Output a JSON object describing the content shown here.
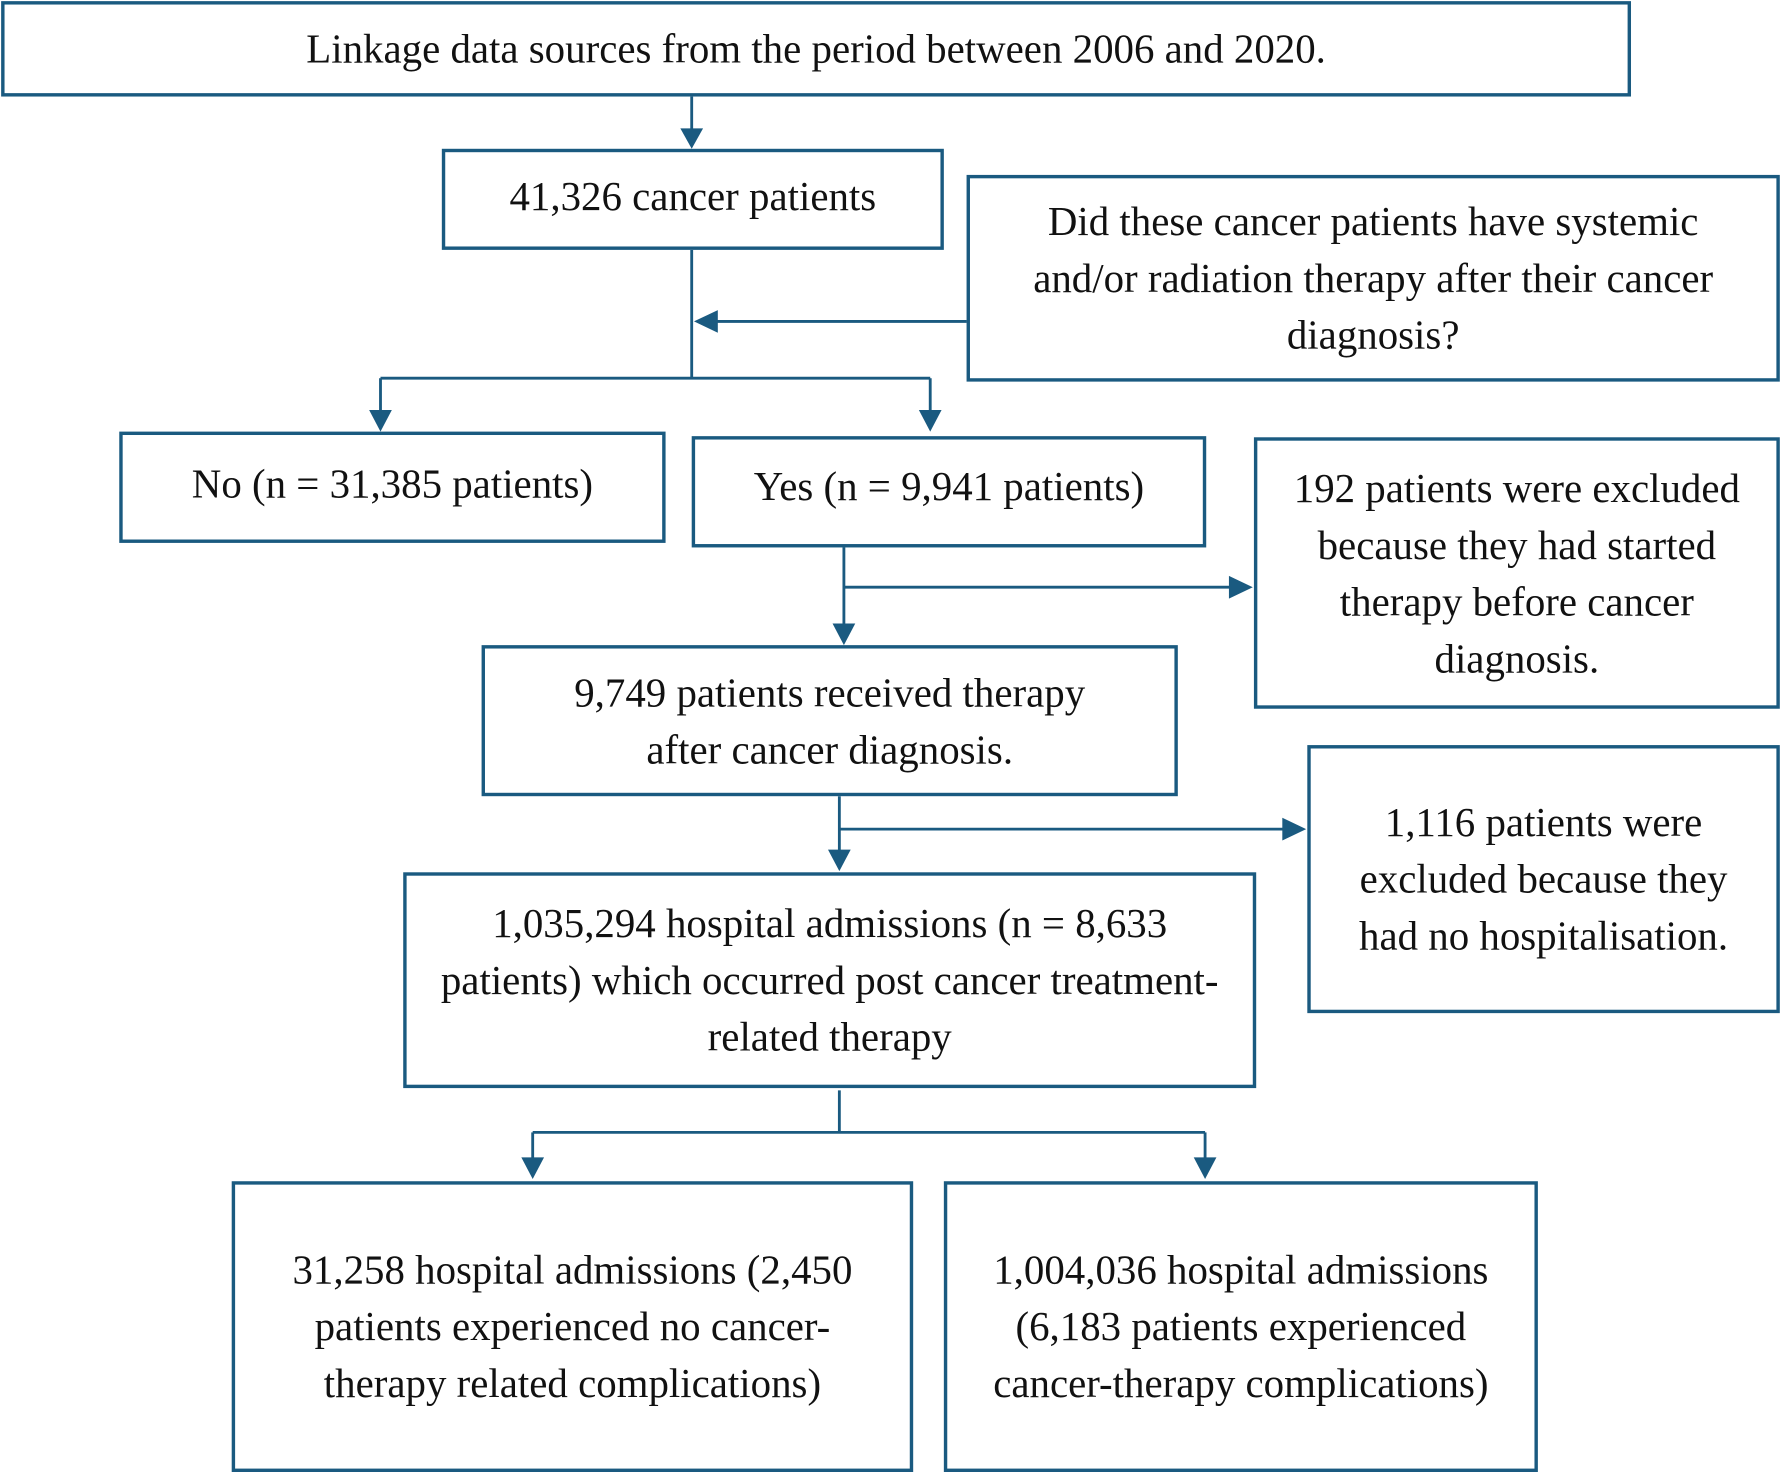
{
  "diagram": {
    "type": "flowchart",
    "accent_color": "#1a5a80",
    "nodes": {
      "source": "Linkage data sources from the period between 2006 and 2020.",
      "cancer_patients": "41,326 cancer patients",
      "question": "Did these cancer patients have systemic and/or radiation therapy after their cancer diagnosis?",
      "no_branch": "No (n = 31,385 patients)",
      "yes_branch": "Yes (n = 9,941 patients)",
      "excluded_before_dx": "192 patients were excluded because they had started therapy before cancer diagnosis.",
      "received_therapy": "9,749 patients received therapy after cancer diagnosis.",
      "excluded_no_hosp": "1,116 patients were excluded because they had no hospitalisation.",
      "admissions": "1,035,294 hospital admissions (n = 8,633 patients) which occurred post cancer treatment-related therapy",
      "no_complications": "31,258 hospital admissions (2,450 patients experienced no cancer-therapy related complications)",
      "complications": "1,004,036 hospital admissions (6,183 patients experienced cancer-therapy complications)"
    }
  }
}
